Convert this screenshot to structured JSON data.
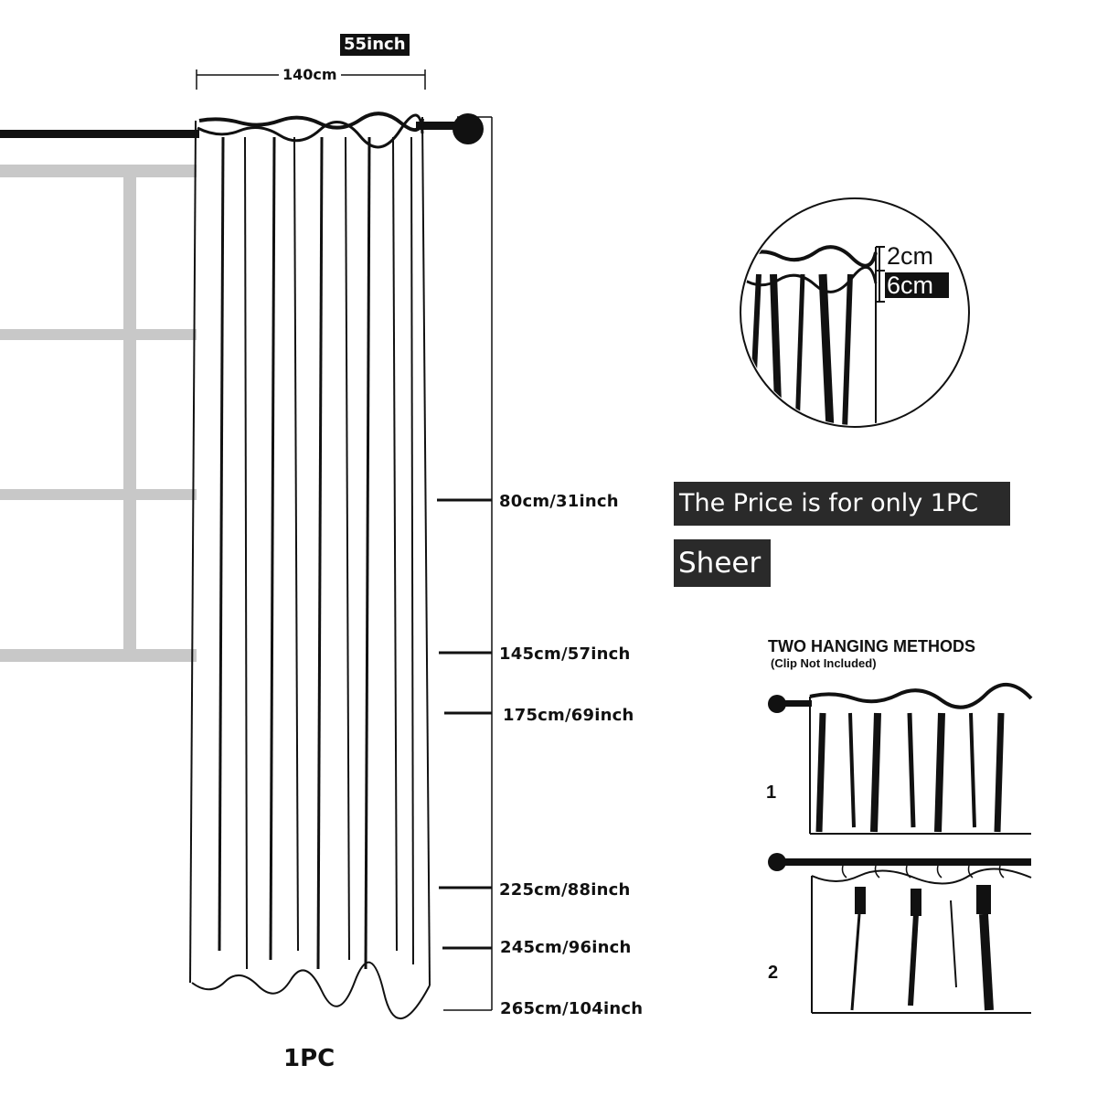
{
  "dimensions": {
    "width_inch": "55inch",
    "width_cm": "140cm"
  },
  "length_options": [
    "80cm/31inch",
    "145cm/57inch",
    "175cm/69inch",
    "225cm/88inch",
    "245cm/96inch",
    "265cm/104inch"
  ],
  "quantity_label": "1PC",
  "zoom_detail": {
    "top_gap": "2cm",
    "pocket": "6cm"
  },
  "tags": {
    "price_note": "The Price is for only 1PC",
    "material": "Sheer"
  },
  "hanging": {
    "title": "TWO HANGING METHODS",
    "subtitle": "(Clip Not Included)",
    "method_1": "1",
    "method_2": "2"
  },
  "colors": {
    "ink": "#111111",
    "window_frame": "#c8c8c8",
    "tag_bg": "#2a2a2a"
  }
}
